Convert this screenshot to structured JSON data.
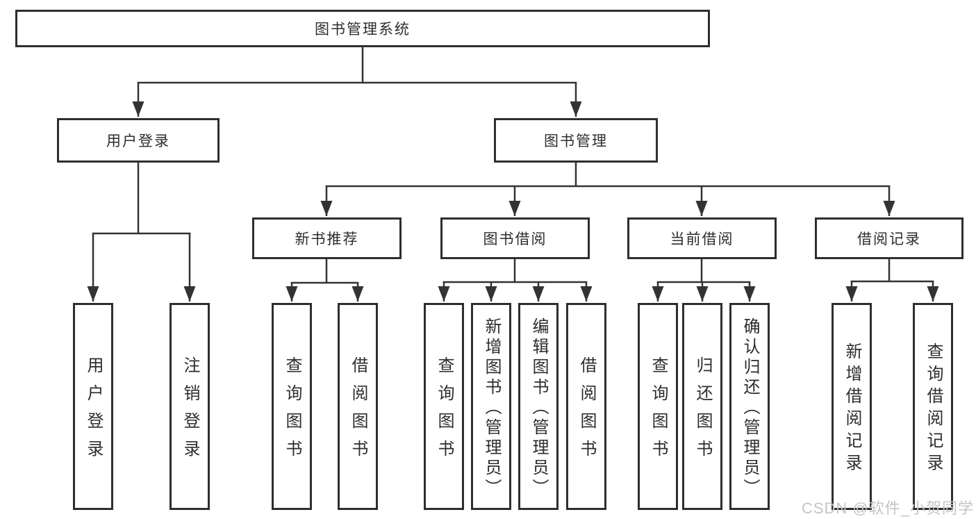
{
  "diagram": {
    "root": {
      "label": "图书管理系统"
    },
    "branches": [
      {
        "label": "用户登录",
        "children": [
          {
            "label": "用户登录"
          },
          {
            "label": "注销登录"
          }
        ]
      },
      {
        "label": "图书管理",
        "children": [
          {
            "label": "新书推荐",
            "children": [
              {
                "label": "查询图书"
              },
              {
                "label": "借阅图书"
              }
            ]
          },
          {
            "label": "图书借阅",
            "children": [
              {
                "label": "查询图书"
              },
              {
                "label": "新增图书（管理员）"
              },
              {
                "label": "编辑图书（管理员）"
              },
              {
                "label": "借阅图书"
              }
            ]
          },
          {
            "label": "当前借阅",
            "children": [
              {
                "label": "查询图书"
              },
              {
                "label": "归还图书"
              },
              {
                "label": "确认归还（管理员）"
              }
            ]
          },
          {
            "label": "借阅记录",
            "children": [
              {
                "label": "新增借阅记录"
              },
              {
                "label": "查询借阅记录"
              }
            ]
          }
        ]
      }
    ],
    "watermark": "CSDN @软件_小贺同学",
    "colors": {
      "line": "#333333",
      "box_border": "#2e2e2e",
      "text": "#2d2d2d",
      "watermark": "#c5c5c5",
      "background": "#ffffff"
    }
  }
}
